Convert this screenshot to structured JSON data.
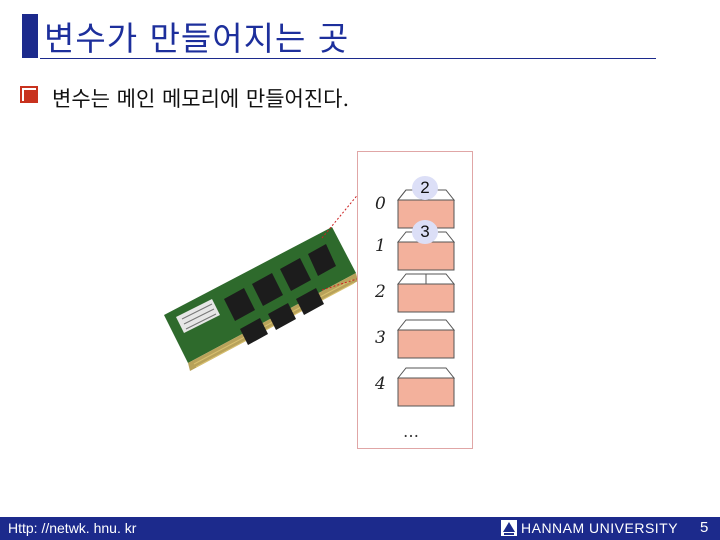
{
  "slide": {
    "title": "변수가 만들어지는 곳",
    "bullet": "변수는 메인 메모리에 만들어진다."
  },
  "memory": {
    "slots": [
      {
        "index": "0",
        "value": "2"
      },
      {
        "index": "1",
        "value": "3"
      },
      {
        "index": "2",
        "value": ""
      },
      {
        "index": "3",
        "value": ""
      },
      {
        "index": "4",
        "value": ""
      }
    ],
    "ellipsis": "…"
  },
  "footer": {
    "url": "Http: //netwk. hnu. kr",
    "university": "HANNAM UNIVERSITY",
    "page": "5"
  },
  "colors": {
    "title": "#1d2f9c",
    "footer_bg": "#1c2a8c",
    "box": "#f3b19c",
    "value_circle": "#dcdff7"
  }
}
